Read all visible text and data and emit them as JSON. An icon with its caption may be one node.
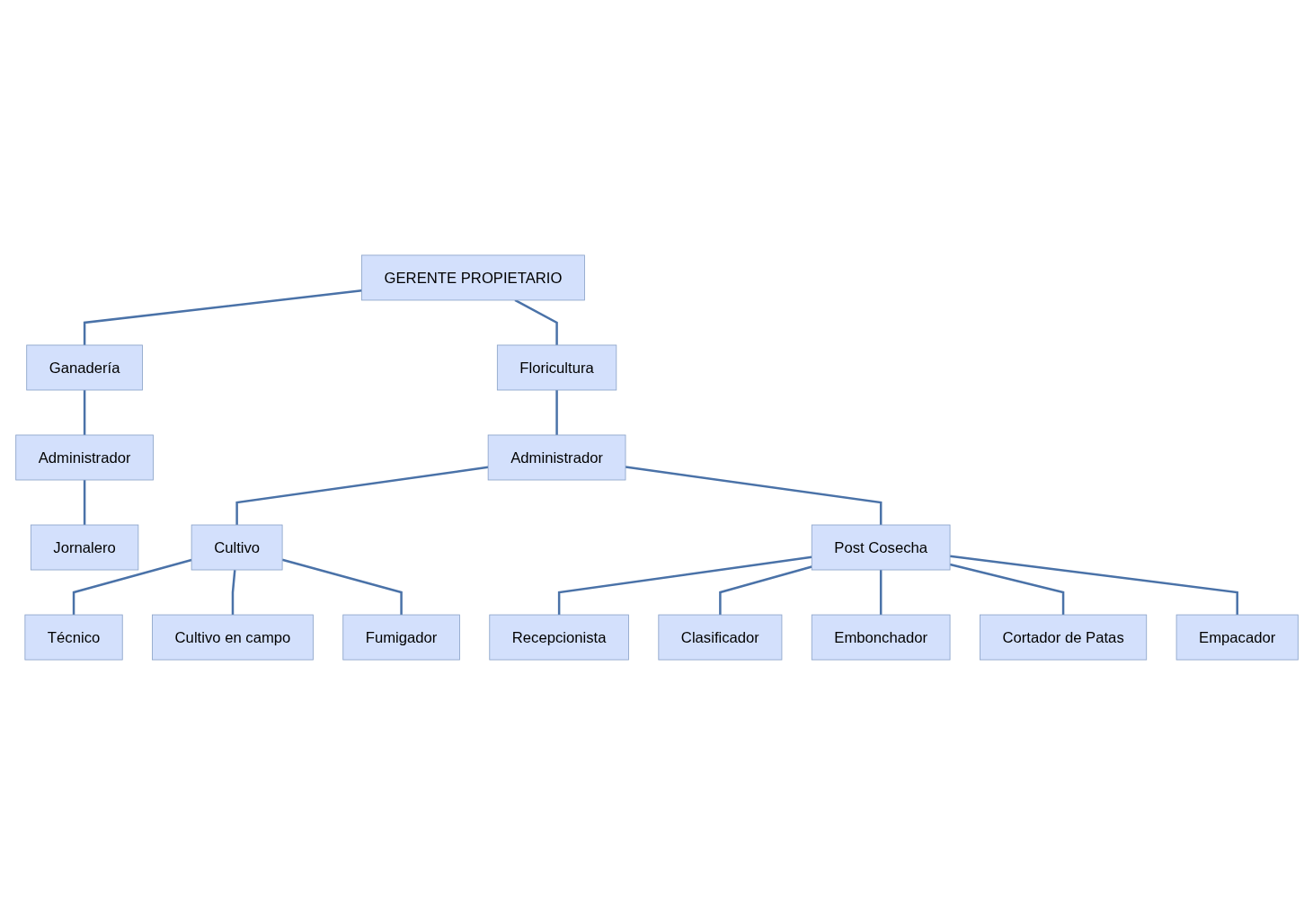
{
  "diagram": {
    "nodes": [
      {
        "text": [
          "GERENTE PROPIETARIO"
        ]
      },
      {
        "text": [
          "Ganadería"
        ]
      },
      {
        "text": [
          "Floricultura"
        ]
      },
      {
        "text": [
          "Administrador"
        ]
      },
      {
        "text": [
          "Jornalero"
        ]
      },
      {
        "text": [
          "Administrador"
        ]
      },
      {
        "text": [
          "Cultivo"
        ]
      },
      {
        "text": [
          "Post Cosecha"
        ]
      },
      {
        "text": [
          "Técnico"
        ]
      },
      {
        "text": [
          "Cultivo en campo"
        ]
      },
      {
        "text": [
          "Fumigador"
        ]
      },
      {
        "text": [
          "Recepcionista"
        ]
      },
      {
        "text": [
          "Clasificador"
        ]
      },
      {
        "text": [
          "Embonchador"
        ]
      },
      {
        "text": [
          "Cortador de Patas"
        ]
      },
      {
        "text": [
          "Empacador"
        ]
      }
    ],
    "edges": [
      {
        "from": 0,
        "to": 1,
        "arrow": "none"
      },
      {
        "from": 0,
        "to": 2,
        "arrow": "none"
      },
      {
        "from": 1,
        "to": 3,
        "arrow": "none"
      },
      {
        "from": 3,
        "to": 4,
        "arrow": "none"
      },
      {
        "from": 2,
        "to": 5,
        "arrow": "none"
      },
      {
        "from": 5,
        "to": 6,
        "arrow": "none"
      },
      {
        "from": 5,
        "to": 7,
        "arrow": "none"
      },
      {
        "from": 6,
        "to": 8,
        "arrow": "none"
      },
      {
        "from": 6,
        "to": 9,
        "arrow": "none"
      },
      {
        "from": 6,
        "to": 10,
        "arrow": "none"
      },
      {
        "from": 7,
        "to": 11,
        "arrow": "none"
      },
      {
        "from": 7,
        "to": 12,
        "arrow": "none"
      },
      {
        "from": 7,
        "to": 13,
        "arrow": "none"
      },
      {
        "from": 7,
        "to": 14,
        "arrow": "none"
      },
      {
        "from": 7,
        "to": 15,
        "arrow": "none"
      }
    ]
  }
}
